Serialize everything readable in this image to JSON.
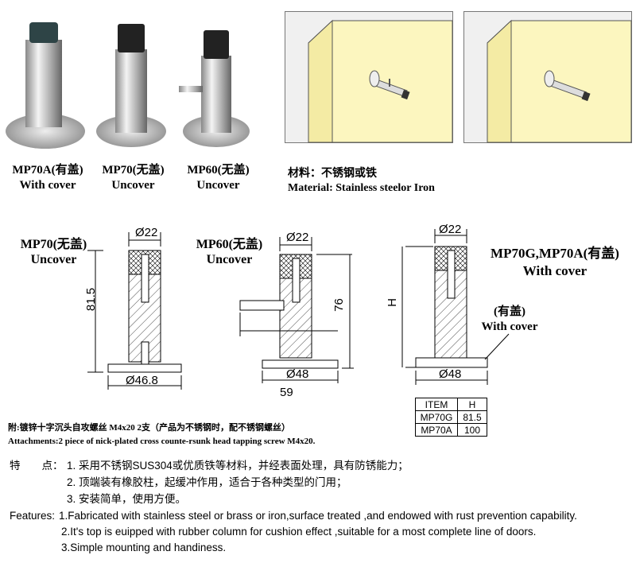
{
  "products": [
    {
      "model": "MP70A(有盖)",
      "variant": "With cover"
    },
    {
      "model": "MP70(无盖)",
      "variant": "Uncover"
    },
    {
      "model": "MP60(无盖)",
      "variant": "Uncover"
    }
  ],
  "material": {
    "cn": "材料：不锈钢或铁",
    "en": "Material: Stainless steel",
    "en_suffix": "or Iron"
  },
  "drawings": [
    {
      "model": "MP70(无盖)",
      "variant": "Uncover",
      "top_dia": "Ø22",
      "height": "81.5",
      "base_dia": "Ø46.8"
    },
    {
      "model": "MP60(无盖)",
      "variant": "Uncover",
      "top_dia": "Ø22",
      "height": "76",
      "base_dia": "Ø48",
      "width": "59"
    },
    {
      "model": "MP70G,MP70A(有盖)",
      "variant": "With cover",
      "top_dia": "Ø22",
      "height": "H",
      "base_dia": "Ø48",
      "callout_cn": "(有盖)",
      "callout_en": "With cover"
    }
  ],
  "table": {
    "headers": [
      "ITEM",
      "H"
    ],
    "rows": [
      [
        "MP70G",
        "81.5"
      ],
      [
        "MP70A",
        "100"
      ]
    ]
  },
  "attachments": {
    "cn": "附:镀锌十字沉头自攻螺丝 M4x20  2支（产品为不锈钢时，配不锈钢螺丝）",
    "en": "Attachments:2 piece of nick-plated cross counte-rsunk head tapping screw M4x20."
  },
  "features_cn": {
    "label": "特　　点：",
    "items": [
      "1. 采用不锈钢SUS304或优质铁等材料，并经表面处理，具有防锈能力；",
      "2. 顶端装有橡胶柱，起缓冲作用，适合于各种类型的门用；",
      "3. 安装简单，使用方便。"
    ]
  },
  "features_en": {
    "label": "Features:",
    "items": [
      "1.Fabricated with stainless steel or brass or iron,surface treated ,and endowed with rust prevention capability.",
      "2.It's top is euipped with rubber column for cushion effect ,suitable for a most complete line of doors.",
      "3.Simple mounting and handiness."
    ]
  }
}
